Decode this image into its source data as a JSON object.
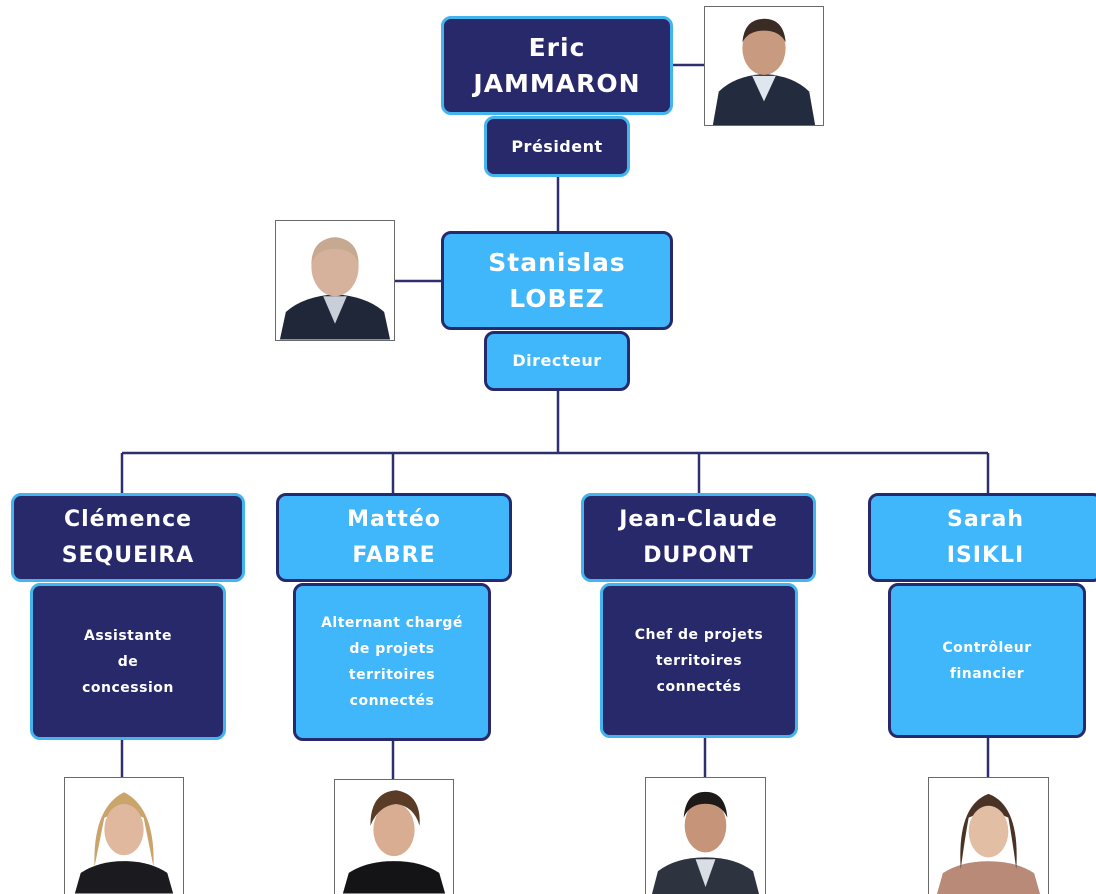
{
  "president": {
    "first_name": "Eric",
    "last_name": "JAMMARON",
    "title": "Président"
  },
  "director": {
    "first_name": "Stanislas",
    "last_name": "LOBEZ",
    "title": "Directeur"
  },
  "staff": [
    {
      "first_name": "Clémence",
      "last_name": "SEQUEIRA",
      "role_lines": [
        "Assistante",
        "de",
        "concession"
      ]
    },
    {
      "first_name": "Mattéo",
      "last_name": "FABRE",
      "role_lines": [
        "Alternant chargé",
        "de projets",
        "territoires",
        "connectés"
      ]
    },
    {
      "first_name": "Jean-Claude",
      "last_name": "DUPONT",
      "role_lines": [
        "Chef de projets",
        "territoires",
        "connectés"
      ]
    },
    {
      "first_name": "Sarah",
      "last_name": "ISIKLI",
      "role_lines": [
        "Contrôleur",
        "financier"
      ]
    }
  ],
  "colors": {
    "dark_box": "#28296b",
    "light_box": "#40b6fb",
    "connector": "#2e2f6f"
  },
  "icons": {
    "photos": "person-photo-icon"
  }
}
